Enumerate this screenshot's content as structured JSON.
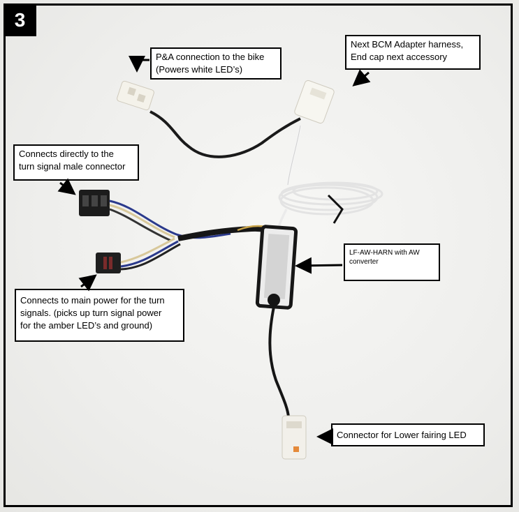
{
  "step": {
    "number": "3"
  },
  "callouts": {
    "pa_connection": {
      "line1": "P&A connection to the bike",
      "line2": "(Powers white LED’s)"
    },
    "next_bcm": {
      "line1": "Next BCM Adapter harness,",
      "line2": "End cap  next accessory"
    },
    "turn_signal_male": {
      "line1": "Connects directly to the",
      "line2": "turn signal male connector"
    },
    "lf_aw_harn": {
      "line1": "LF-AW-HARN with AW",
      "line2": "converter"
    },
    "main_power": {
      "line1": "Connects to main power for the turn",
      "line2": "signals. (picks up turn signal power",
      "line3": "for the amber LED’s and ground)"
    },
    "lower_fairing": {
      "line1": "Connector for Lower fairing LED"
    }
  },
  "icons": [
    "arrow-icon"
  ],
  "colors": {
    "frame": "#000000",
    "badge": "#000000",
    "background": "#f1f1ef"
  }
}
